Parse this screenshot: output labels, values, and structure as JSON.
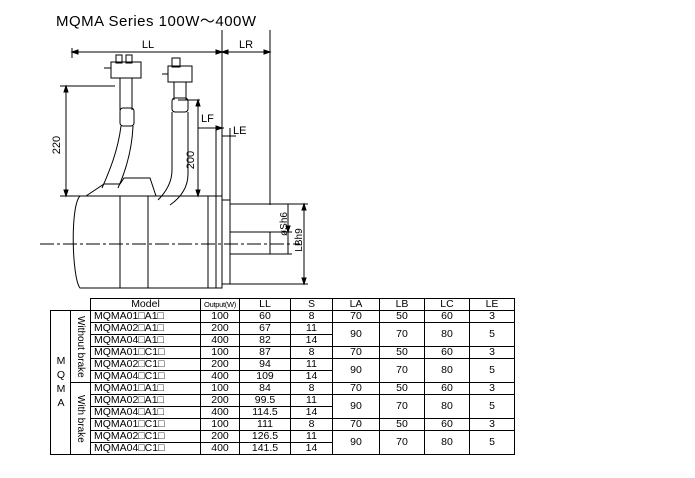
{
  "title": "MQMA Series 100W〜400W",
  "dimension_labels": {
    "ll": "LL",
    "lr": "LR",
    "lf": "LF",
    "le": "LE",
    "h220": "220",
    "h200": "200",
    "shaft": "øSh6",
    "bore": "LBh9"
  },
  "table": {
    "series_label": "MQMA",
    "headers": [
      "Model",
      "Output(W)",
      "LL",
      "S",
      "LA",
      "LB",
      "LC",
      "LE"
    ],
    "groups": [
      {
        "label": "Without brake",
        "subgroups": [
          {
            "rows": [
              {
                "model": "MQMA01□A1□",
                "output": "100",
                "ll": "60",
                "s": "8"
              },
              {
                "model": "MQMA02□A1□",
                "output": "200",
                "ll": "67",
                "s": "11"
              },
              {
                "model": "MQMA04□A1□",
                "output": "400",
                "ll": "82",
                "s": "14"
              }
            ],
            "dims": [
              {
                "la": "70",
                "lb": "50",
                "lc": "60",
                "le": "3"
              },
              {
                "la": "90",
                "lb": "70",
                "lc": "80",
                "le": "5"
              }
            ]
          },
          {
            "rows": [
              {
                "model": "MQMA01□C1□",
                "output": "100",
                "ll": "87",
                "s": "8"
              },
              {
                "model": "MQMA02□C1□",
                "output": "200",
                "ll": "94",
                "s": "11"
              },
              {
                "model": "MQMA04□C1□",
                "output": "400",
                "ll": "109",
                "s": "14"
              }
            ],
            "dims": [
              {
                "la": "70",
                "lb": "50",
                "lc": "60",
                "le": "3"
              },
              {
                "la": "90",
                "lb": "70",
                "lc": "80",
                "le": "5"
              }
            ]
          }
        ]
      },
      {
        "label": "With brake",
        "subgroups": [
          {
            "rows": [
              {
                "model": "MQMA01□A1□",
                "output": "100",
                "ll": "84",
                "s": "8"
              },
              {
                "model": "MQMA02□A1□",
                "output": "200",
                "ll": "99.5",
                "s": "11"
              },
              {
                "model": "MQMA04□A1□",
                "output": "400",
                "ll": "114.5",
                "s": "14"
              }
            ],
            "dims": [
              {
                "la": "70",
                "lb": "50",
                "lc": "60",
                "le": "3"
              },
              {
                "la": "90",
                "lb": "70",
                "lc": "80",
                "le": "5"
              }
            ]
          },
          {
            "rows": [
              {
                "model": "MQMA01□C1□",
                "output": "100",
                "ll": "111",
                "s": "8"
              },
              {
                "model": "MQMA02□C1□",
                "output": "200",
                "ll": "126.5",
                "s": "11"
              },
              {
                "model": "MQMA04□C1□",
                "output": "400",
                "ll": "141.5",
                "s": "14"
              }
            ],
            "dims": [
              {
                "la": "70",
                "lb": "50",
                "lc": "60",
                "le": "3"
              },
              {
                "la": "90",
                "lb": "70",
                "lc": "80",
                "le": "5"
              }
            ]
          }
        ]
      }
    ]
  }
}
